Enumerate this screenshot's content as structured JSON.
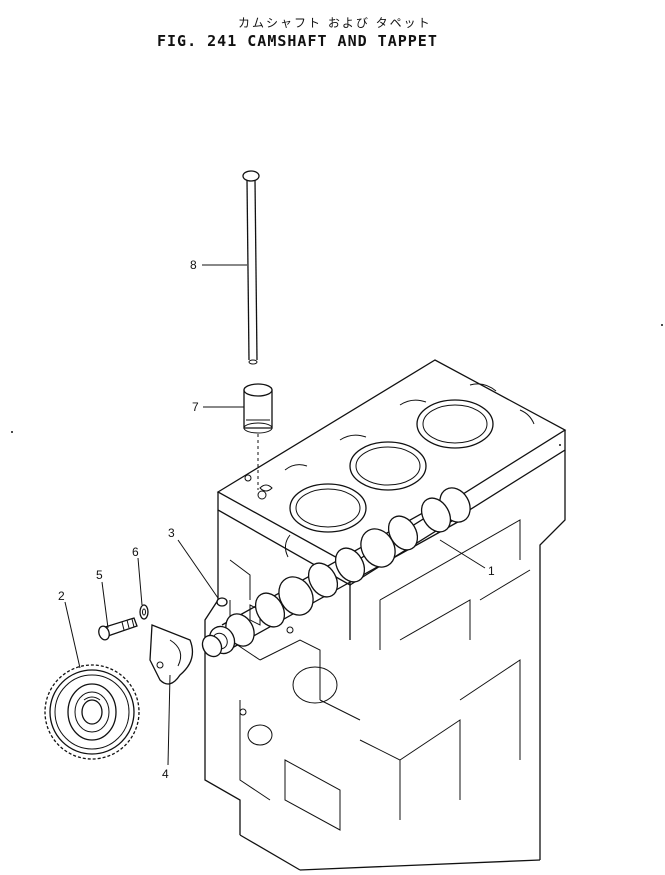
{
  "figure": {
    "title_jp": "カムシャフト および タペット",
    "title_en": "FIG. 241  CAMSHAFT  AND  TAPPET"
  },
  "callouts": [
    "1",
    "2",
    "3",
    "4",
    "5",
    "6",
    "7",
    "8"
  ]
}
